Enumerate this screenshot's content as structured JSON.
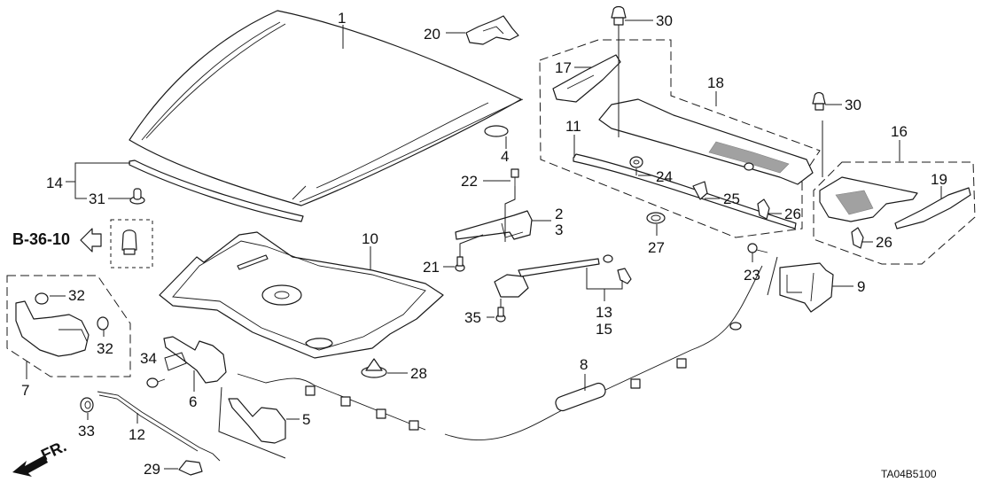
{
  "diagram": {
    "code": "TA04B5100",
    "reference": "B-36-10",
    "front_marker": "FR.",
    "callouts": {
      "c1": "1",
      "c2": "2",
      "c3": "3",
      "c4": "4",
      "c5": "5",
      "c6": "6",
      "c7": "7",
      "c8": "8",
      "c9": "9",
      "c10": "10",
      "c11": "11",
      "c12": "12",
      "c13": "13",
      "c14": "14",
      "c15": "15",
      "c16": "16",
      "c17": "17",
      "c18": "18",
      "c19": "19",
      "c20": "20",
      "c21": "21",
      "c22": "22",
      "c23": "23",
      "c24": "24",
      "c25": "25",
      "c26a": "26",
      "c26b": "26",
      "c27": "27",
      "c28": "28",
      "c29": "29",
      "c30a": "30",
      "c30b": "30",
      "c31": "31",
      "c32a": "32",
      "c32b": "32",
      "c33": "33",
      "c34": "34",
      "c35": "35"
    },
    "icons": {
      "reference_arrow": "arrow-left-outline",
      "front_arrow": "arrow-down-left-filled"
    }
  }
}
